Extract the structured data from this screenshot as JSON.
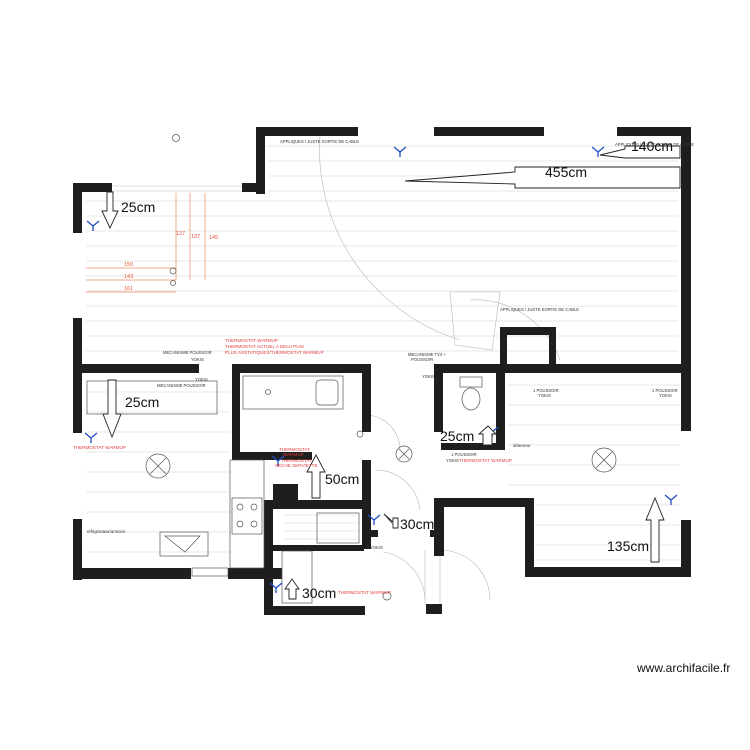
{
  "dimensions": {
    "d455": "455cm",
    "d140": "140cm",
    "d25_top": "25cm",
    "d25_left": "25cm",
    "d25_mid": "25cm",
    "d50": "50cm",
    "d30_mid": "30cm",
    "d30_bottom": "30cm",
    "d135": "135cm"
  },
  "orange_measures": {
    "m127": "127",
    "m137": "137",
    "m145": "145",
    "m150": "150",
    "m143": "143",
    "m161": "161"
  },
  "labels": {
    "appliques_top": "APPLIQUES / JUSTE SORTIE DE CABLE",
    "appliques_top_right": "APPLIQUES / JUSTE SORTIE DE CABLE",
    "appliques_mid": "APPLIQUES / JUSTE SORTIE DE CABLE",
    "meca_left": "MECANISME POUSSOIR",
    "yokis_left": "YOKIS",
    "meca_kitchen": "MECANISME POUSSOIR",
    "yokis_kitchen": "YOKIS",
    "meca_center_1": "MECANISME TV3 +",
    "meca_center_2": "POUSSOIR",
    "yokis_center": "YOKIS",
    "poussoir_bed_1": "1 POUSSOIR",
    "yokis_bed_1": "YOKIS",
    "poussoir_bed_2": "1 POUSSOIR",
    "yokis_bed_2": "YOKIS",
    "poussoir_bed_3": "1 POUSSOIR",
    "yokis_bed_3": "YOKIS",
    "detecteur": "détecteur",
    "yokis_hall": "YOKIS",
    "fridge_label": "réfrigérateur/armoire"
  },
  "red_notes": {
    "thermostat_top_1": "THERMOSTAT WARMUP",
    "thermostat_top_2": "THERMOSTAT ACTUEL A DEUJ PUIS",
    "thermostat_top_3": "PLUS ASSTATIQUES/THERMOSTAT WARMUP",
    "thermostat_kitchen": "THERMOSTAT WARMUP",
    "thermostat_bath_1": "THERMOSTAT",
    "thermostat_bath_2": "WARMUP",
    "thermostat_bath_3": "THERMOSTAT",
    "thermostat_bath_4": "SECHE SERVIETTE",
    "thermostat_bed": "THERMOSTAT WARMUP",
    "thermostat_bottom": "THERMOSTAT WARMUP"
  },
  "watermark": "www.archifacile.fr",
  "colors": {
    "wall": "#1e1e1e",
    "outlet": "#1f4fc4",
    "note_red": "#e23b3b",
    "measure_orange": "#e8553a"
  },
  "icons": [
    "outlet-icon",
    "light-fixture-icon",
    "arrow-icon",
    "toilet-icon",
    "bathtub-icon",
    "sink-icon",
    "cooktop-icon"
  ]
}
